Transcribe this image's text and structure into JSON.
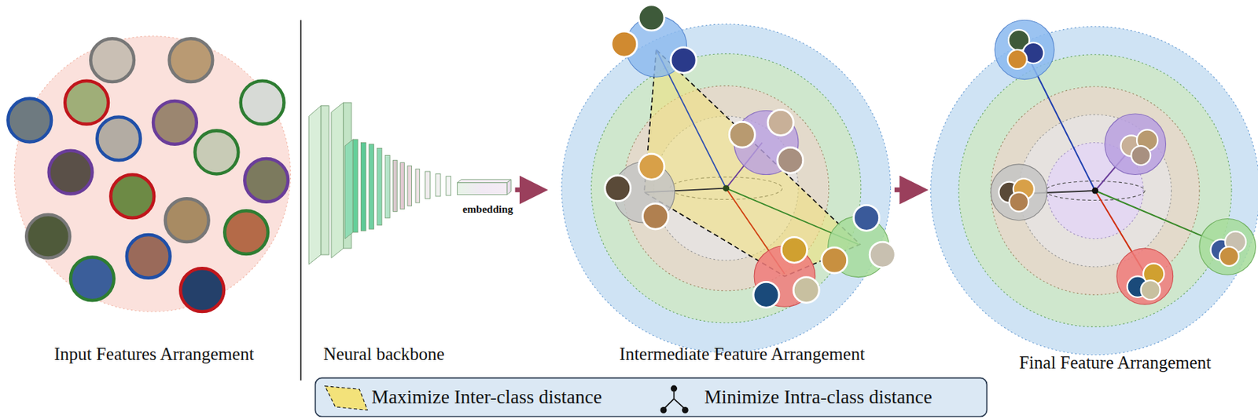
{
  "diagram": {
    "labels": [
      "Input Features Arrangement",
      "Neural backbone",
      "embedding",
      "Intermediate Feature Arrangement",
      "Final Feature Arrangement"
    ],
    "legend": [
      {
        "text": "Maximize Inter-class distance"
      },
      {
        "text": "Minimize Intra-class distance"
      }
    ]
  }
}
